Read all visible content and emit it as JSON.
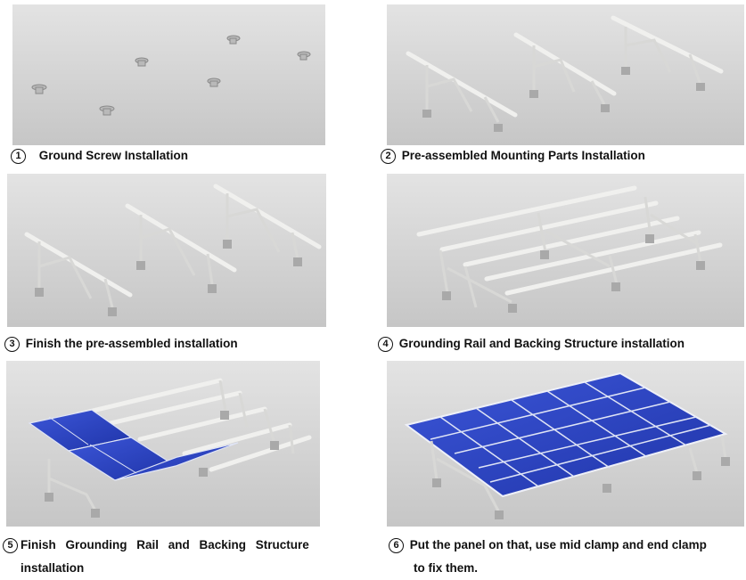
{
  "steps": [
    {
      "num": "1",
      "text": "Ground Screw Installation"
    },
    {
      "num": "2",
      "text": "Pre-assembled Mounting Parts Installation"
    },
    {
      "num": "3",
      "text": "Finish the pre-assembled installation"
    },
    {
      "num": "4",
      "text": "Grounding Rail and Backing Structure installation"
    },
    {
      "num": "5",
      "text": "Finish Grounding Rail and Backing Structure",
      "text2": "installation"
    },
    {
      "num": "6",
      "text": "Put the panel on that, use mid clamp and end clamp",
      "text2": "to fix them."
    }
  ],
  "colors": {
    "background": "#cfcfcf",
    "panel": "#2f47c8",
    "metal": "#e4e4e2"
  }
}
